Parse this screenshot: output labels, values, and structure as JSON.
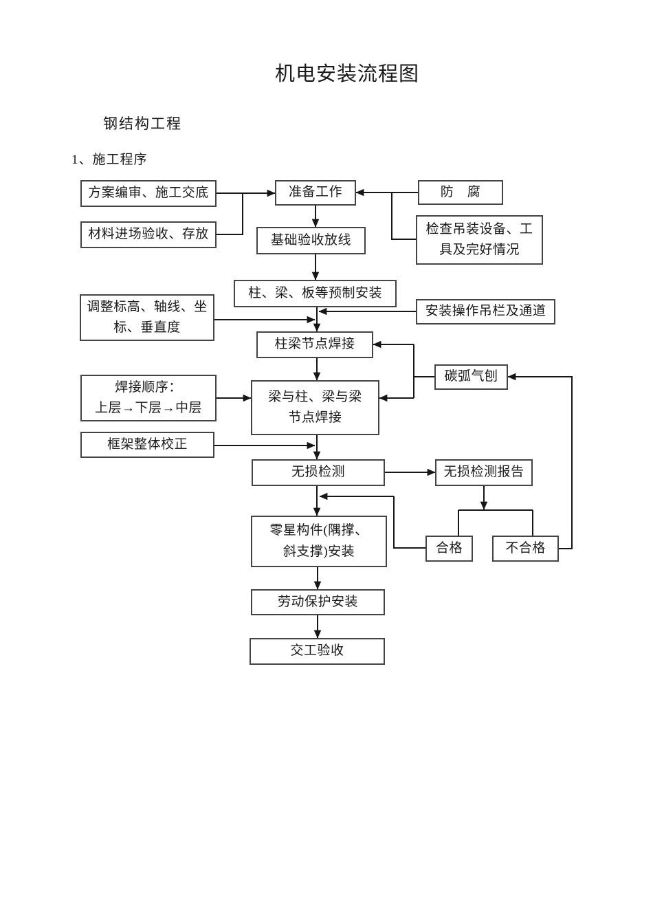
{
  "page": {
    "title": "机电安装流程图",
    "subtitle": "钢结构工程",
    "section_heading": "1、施工程序"
  },
  "flowchart": {
    "nodes": {
      "plan_review": "方案编审、施工交底",
      "material_acceptance": "材料进场验收、存放",
      "preparation": "准备工作",
      "anti_corrosion": "防　腐",
      "check_equipment": "检查吊装设备、工\n具及完好情况",
      "foundation_acceptance": "基础验收放线",
      "prefab_install": "柱、梁、板等预制安装",
      "adjust_elevation": "调整标高、轴线、坐\n标、垂直度",
      "hanging_rail": "安装操作吊栏及通道",
      "column_beam_weld": "柱梁节点焊接",
      "carbon_arc_gouging": "碳弧气刨",
      "welding_order": "焊接顺序：\n上层→下层→中层",
      "beam_joint_weld": "梁与柱、梁与梁\n节点焊接",
      "frame_correction": "框架整体校正",
      "ndt": "无损检测",
      "ndt_report": "无损检测报告",
      "qualified": "合格",
      "unqualified": "不合格",
      "misc_components": "零星构件(隅撑、\n斜支撑)安装",
      "labor_protection": "劳动保护安装",
      "handover_acceptance": "交工验收"
    },
    "colors": {
      "box_border": "#444444",
      "connector": "#161616",
      "text": "#1a1a1a",
      "page_background": "#ffffff"
    }
  }
}
